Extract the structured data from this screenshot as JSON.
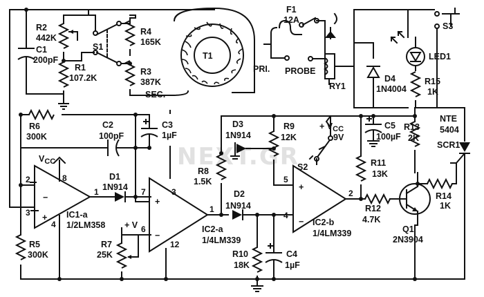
{
  "watermark": "NEXT.GR",
  "components": {
    "R2": {
      "ref": "R2",
      "value": "442K"
    },
    "C1": {
      "ref": "C1",
      "value": "200pF"
    },
    "R1": {
      "ref": "R1",
      "value": "107.2K"
    },
    "S1": {
      "ref": "S1"
    },
    "R4": {
      "ref": "R4",
      "value": "165K"
    },
    "R3": {
      "ref": "R3",
      "value": "387K"
    },
    "T1": {
      "ref": "T1",
      "pri": "PRI.",
      "sec": "SEC."
    },
    "F1": {
      "ref": "F1",
      "value": "12A"
    },
    "PROBE": {
      "ref": "PROBE"
    },
    "RY1": {
      "ref": "RY1"
    },
    "D4": {
      "ref": "D4",
      "value": "1N4004"
    },
    "S3": {
      "ref": "S3"
    },
    "LED1": {
      "ref": "LED1"
    },
    "R15": {
      "ref": "R15",
      "value": "1K"
    },
    "R6": {
      "ref": "R6",
      "value": "300K"
    },
    "C2": {
      "ref": "C2",
      "value": "100pF"
    },
    "C3": {
      "ref": "C3",
      "value": "1µF"
    },
    "D1": {
      "ref": "D1",
      "value": "1N914"
    },
    "IC1a": {
      "ref": "IC1-a",
      "frac": "1/2",
      "part": "LM358",
      "vcc": "V",
      "vcc_sub": "CC"
    },
    "R5": {
      "ref": "R5",
      "value": "300K"
    },
    "R7": {
      "ref": "R7",
      "value": "25K",
      "plusv": "+ V"
    },
    "IC2a": {
      "ref": "IC2-a",
      "frac": "1/4",
      "part": "LM339"
    },
    "D3": {
      "ref": "D3",
      "value": "1N914"
    },
    "R8": {
      "ref": "R8",
      "value": "1.5K"
    },
    "D2": {
      "ref": "D2",
      "value": "1N914"
    },
    "R10": {
      "ref": "R10",
      "value": "18K"
    },
    "C4": {
      "ref": "C4",
      "value": "1µF"
    },
    "R9": {
      "ref": "R9",
      "value": "12K"
    },
    "VCC9": {
      "label": "+ V",
      "sub": "CC",
      "value": "9V"
    },
    "S2": {
      "ref": "S2"
    },
    "IC2b": {
      "ref": "IC2-b",
      "frac": "1/4",
      "part": "LM339"
    },
    "R11": {
      "ref": "R11",
      "value": "13K"
    },
    "C5": {
      "ref": "C5",
      "value": "100µF"
    },
    "R13": {
      "ref": "R13",
      "value": "2K"
    },
    "SCR1": {
      "ref": "SCR1",
      "part1": "NTE",
      "part2": "5404"
    },
    "R12": {
      "ref": "R12",
      "value": "4.7K"
    },
    "Q1": {
      "ref": "Q1",
      "value": "2N3904"
    },
    "R14": {
      "ref": "R14",
      "value": "1K"
    }
  },
  "pins": {
    "ic1_in_plus": "2",
    "ic1_vcc": "8",
    "ic1_out": "1",
    "ic1_in_minus": "3",
    "ic1_gnd": "4",
    "ic2a_in_plus": "3",
    "ic2a_in_minus": "6",
    "ic2a_out": "1",
    "ic2a_supply": "12",
    "ic2a_top": "7",
    "ic2b_in_plus": "5",
    "ic2b_in_minus": "4",
    "ic2b_out": "2"
  }
}
